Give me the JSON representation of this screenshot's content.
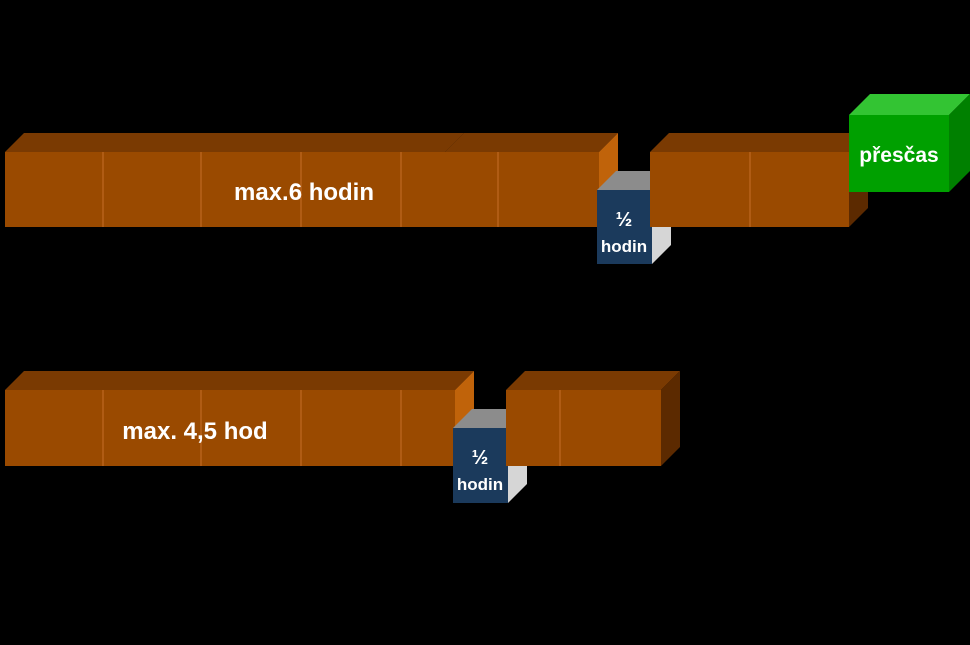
{
  "colors": {
    "background": "#000000",
    "block_front": "#9A4A00",
    "block_top": "#7A3A02",
    "block_side": "#5C2A00",
    "block_divider": "#B8621A",
    "break_front": "#1B3A5C",
    "break_top": "#8C8C8C",
    "break_side": "#D6D6D6",
    "overtime_front": "#00A000",
    "overtime_top": "#33C433",
    "overtime_side": "#008000",
    "label": "#FFFFFF"
  },
  "row1": {
    "work_label": "max.6 hodin",
    "break_label_line1": "½",
    "break_label_line2": "hodin",
    "overtime_label": "přesčas"
  },
  "row2": {
    "work_label": "max. 4,5 hod",
    "break_label_line1": "½",
    "break_label_line2": "hodin"
  }
}
